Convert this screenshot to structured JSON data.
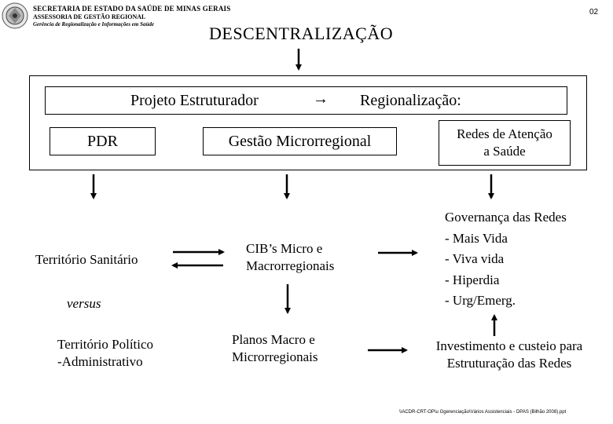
{
  "header": {
    "org": "SECRETARIA DE ESTADO DA SAÚDE DE MINAS GERAIS",
    "dept": "ASSESSORIA DE GESTÃO REGIONAL",
    "unit": "Gerência de Regionalização e Informações em Saúde",
    "page_number": "02",
    "logo": "coat-of-arms-icon"
  },
  "diagram": {
    "title": "DESCENTRALIZAÇÃO",
    "project_left": "Projeto Estruturador",
    "project_right": "Regionalização:",
    "pdr": "PDR",
    "gestao": "Gestão Microrregional",
    "redes_line1": "Redes de Atenção",
    "redes_line2": "a Saúde",
    "territorio_sanitario": "Território Sanitário",
    "versus": "versus",
    "territorio_politico_line1": "Território Político",
    "territorio_politico_line2": "-Administrativo",
    "cib_line1": "CIB’s Micro e",
    "cib_line2": "Macrorregionais",
    "planos_line1": "Planos Macro e",
    "planos_line2": "Microrregionais",
    "governanca": [
      "Governança das Redes",
      "- Mais Vida",
      "- Viva vida",
      "- Hiperdia",
      "- Urg/Emerg."
    ],
    "investimento_line1": "Investimento e custeio para",
    "investimento_line2": "Estruturação das Redes"
  },
  "footer": {
    "path": "\\\\ACDR-CRT-OP\\u Ggerenciação\\Vários Assistenciais - DPAS (Bilhão 2008).ppt"
  }
}
